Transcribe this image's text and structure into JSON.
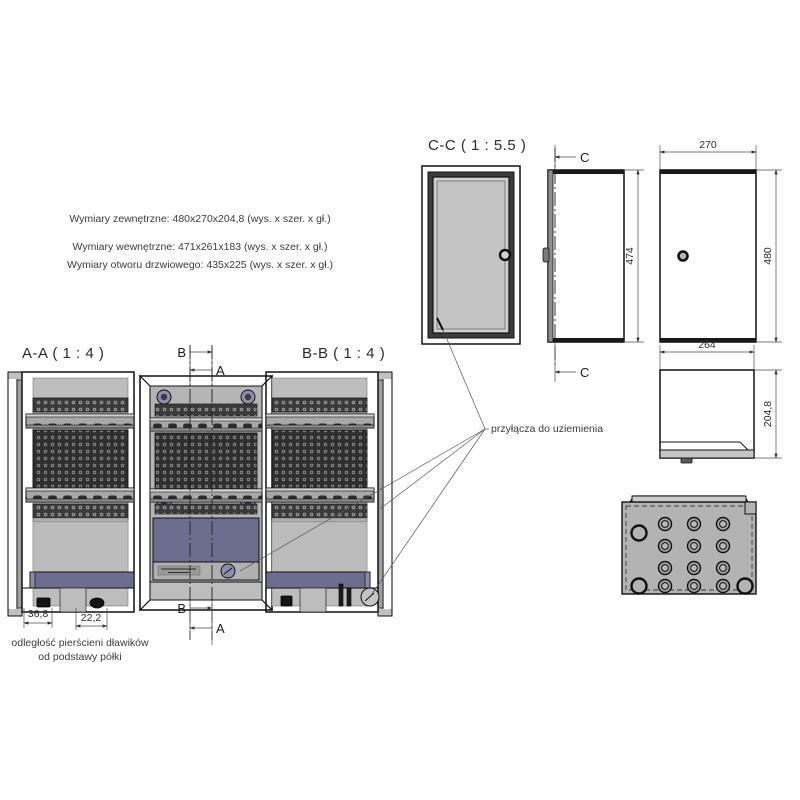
{
  "drawing": {
    "title": "Enclosure technical drawing",
    "background_color": "#ffffff",
    "line_color": "#111111",
    "body_fill": "#b3b3b3",
    "body_fill_dark": "#9a9a9a",
    "body_fill_light": "#c6c6c6",
    "panel_fill": "#6d6d8f",
    "plate_fill": "#2e2e2e"
  },
  "specs": {
    "line1": "Wymiary zewnętrzne: 480x270x204,8 (wys. x szer. x gł.)",
    "line2": "Wymiary wewnętrzne: 471x261x183 (wys. x szer. x gł.)",
    "line3": "Wymiary otworu drzwiowego: 435x225 (wys. x szer. x gł.)"
  },
  "views": {
    "section_aa": {
      "title": "A-A ( 1 : 4 )"
    },
    "section_bb": {
      "title": "B-B ( 1 : 4 )"
    },
    "section_cc": {
      "title": "C-C ( 1 : 5.5 )"
    },
    "front": {
      "title": ""
    },
    "side": {
      "title": ""
    },
    "bottom": {
      "title": ""
    },
    "gland_plate": {
      "title": ""
    }
  },
  "markers": {
    "a_top": "A",
    "a_bottom": "A",
    "b_top": "B",
    "b_bottom": "B",
    "c_top": "C",
    "c_bottom": "C"
  },
  "dimensions": {
    "front_width": "270",
    "front_height": "480",
    "side_height": "474",
    "bottom_width": "264",
    "bottom_depth": "204,8",
    "gland_offset_1": "36,8",
    "gland_offset_2": "22,2"
  },
  "annotations": {
    "earth": "przyłącza do uziemienia",
    "gland_caption_line1": "odległość pierścieni dławików",
    "gland_caption_line2": "od podstawy półki"
  }
}
